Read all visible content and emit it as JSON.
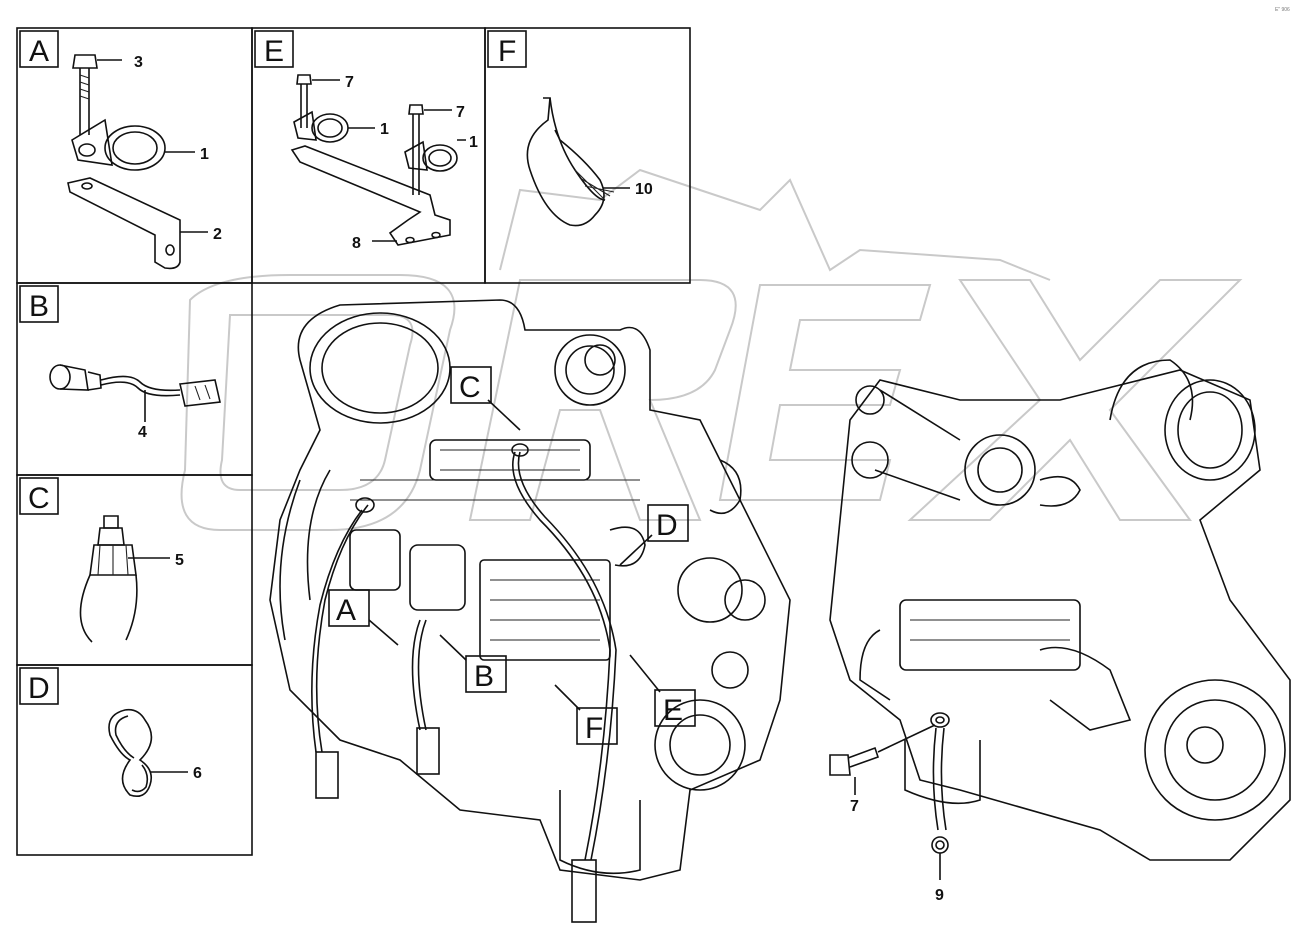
{
  "doc_code": "E\" 906",
  "watermark": "OREX",
  "panels": [
    {
      "letter": "A",
      "callouts": [
        "3",
        "1",
        "2"
      ]
    },
    {
      "letter": "E",
      "callouts": [
        "7",
        "1",
        "7",
        "1",
        "8"
      ]
    },
    {
      "letter": "F",
      "callouts": [
        "10"
      ]
    },
    {
      "letter": "B",
      "callouts": [
        "4"
      ]
    },
    {
      "letter": "C",
      "callouts": [
        "5"
      ]
    },
    {
      "letter": "D",
      "callouts": [
        "6"
      ]
    }
  ],
  "engine_tags": [
    "C",
    "D",
    "A",
    "B",
    "F",
    "E"
  ],
  "engine_callouts": [
    "7",
    "9"
  ]
}
